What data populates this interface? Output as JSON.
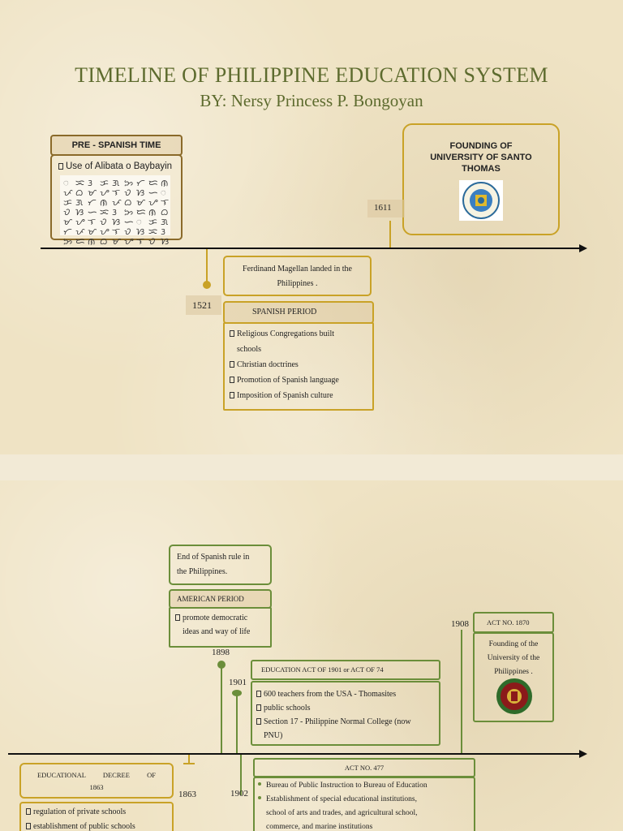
{
  "slide1": {
    "title": "TIMELINE OF PHILIPPINE EDUCATION SYSTEM",
    "subtitle": "BY: Nersy Princess P. Bongoyan",
    "pre_spanish": {
      "header": "PRE - SPANISH TIME",
      "item": "Use of Alibata o Baybayin",
      "glyphs": [
        "ᜀ",
        "ᜁ",
        "ᜂ",
        "ᜃ",
        "ᜄ",
        "ᜅ",
        "ᜆ",
        "ᜇ",
        "ᜈ",
        "ᜉ",
        "ᜊ",
        "ᜋ",
        "ᜌ",
        "ᜎ",
        "ᜏ",
        "ᜐ",
        "ᜑ",
        "ᜀ",
        "ᜃ",
        "ᜄ",
        "ᜆ",
        "ᜈ",
        "ᜉ",
        "ᜊ",
        "ᜋ",
        "ᜌ",
        "ᜎ",
        "ᜏ",
        "ᜐ",
        "ᜑ",
        "ᜁ",
        "ᜂ",
        "ᜅ",
        "ᜇ",
        "ᜈ",
        "ᜊ",
        "ᜋ",
        "ᜌ",
        "ᜎ",
        "ᜏ",
        "ᜐ",
        "ᜑ",
        "ᜀ",
        "ᜃ",
        "ᜄ",
        "ᜆ",
        "ᜉ",
        "ᜋ",
        "ᜌ",
        "ᜎ",
        "ᜏ",
        "ᜐ",
        "ᜁ",
        "ᜂ",
        "ᜅ",
        "ᜇ",
        "ᜈ",
        "ᜊ",
        "ᜋ",
        "ᜌ",
        "ᜎ",
        "ᜏ",
        "ᜐ"
      ]
    },
    "ust": {
      "year": "1611",
      "line1": "FOUNDING OF",
      "line2": "UNIVERSITY OF SANTO",
      "line3": "THOMAS"
    },
    "magellan": {
      "year": "1521",
      "line1": "Ferdinand Magellan landed in the",
      "line2": "Philippines ."
    },
    "spanish": {
      "header": "SPANISH PERIOD",
      "items": [
        "Religious Congregations built",
        "schools",
        "Christian doctrines",
        "Promotion of Spanish language",
        "Imposition of Spanish culture"
      ]
    }
  },
  "slide2": {
    "end_spanish": {
      "line1": "End of Spanish rule in",
      "line2": "the Philippines."
    },
    "american": {
      "header": "AMERICAN PERIOD",
      "item1": "promote democratic",
      "item2": "ideas and way of life",
      "year": "1898"
    },
    "act74": {
      "year": "1901",
      "header": "EDUCATION ACT OF 1901 or ACT OF 74",
      "items": [
        "600  teachers from the USA      - Thomasites",
        "public schools",
        "Section 17    - Philippine Normal College (now",
        "PNU)"
      ]
    },
    "act1870": {
      "year": "1908",
      "header": "ACT NO. 1870",
      "line1": "Founding of  the",
      "line2": "University of the",
      "line3": "Philippines ."
    },
    "decree1863": {
      "year": "1863",
      "header_line1": "EDUCATIONAL          DECREE          OF",
      "header_line2": "1863",
      "items": [
        "regulation of private schools",
        "establishment of public schools"
      ]
    },
    "act477": {
      "year": "1902",
      "header": "ACT NO. 477",
      "items": [
        "Bureau of Public Instruction to Bureau of Education",
        "Establishment of special educational institutions,",
        "school of arts and trades, and agricultural school,",
        "commerce, and marine institutions"
      ]
    }
  },
  "colors": {
    "gold": "#c9a227",
    "olive": "#6b8e3a",
    "title_green": "#5d6b2e"
  }
}
